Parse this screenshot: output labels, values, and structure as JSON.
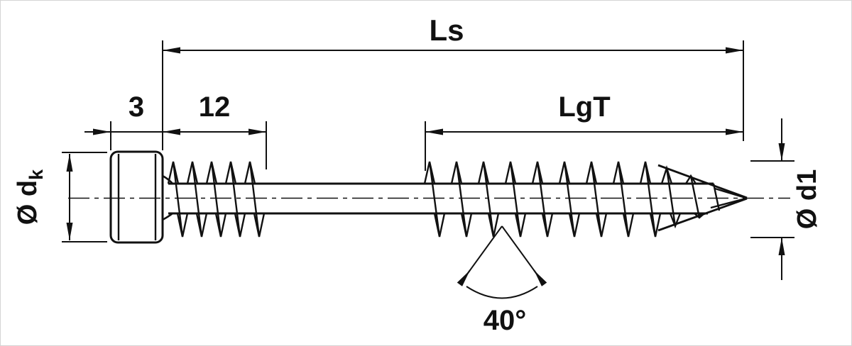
{
  "drawing": {
    "background": "#ffffff",
    "line_color": "#111111",
    "labels": {
      "ls": "Ls",
      "head_width": "3",
      "front_thread": "12",
      "lgt": "LgT",
      "dk_prefix": "Ø d",
      "dk_sub": "k",
      "d1": "Ø d1",
      "angle": "40°"
    }
  }
}
